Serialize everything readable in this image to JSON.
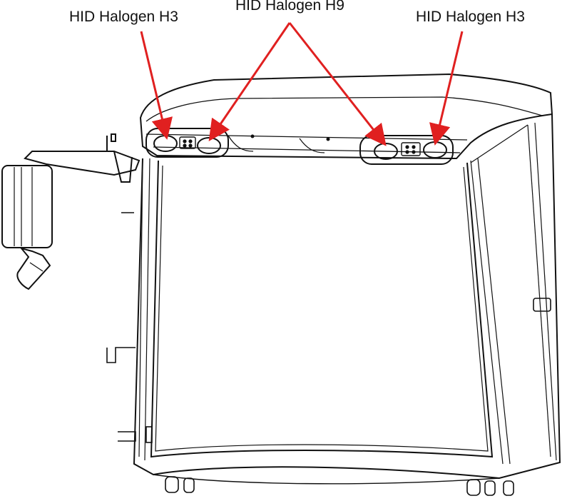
{
  "labels": {
    "left": "HID Halogen H3",
    "center": "HID Halogen H9",
    "right": "HID Halogen H3"
  },
  "colors": {
    "arrow": "#e02020",
    "line": "#111111",
    "background": "#ffffff"
  }
}
